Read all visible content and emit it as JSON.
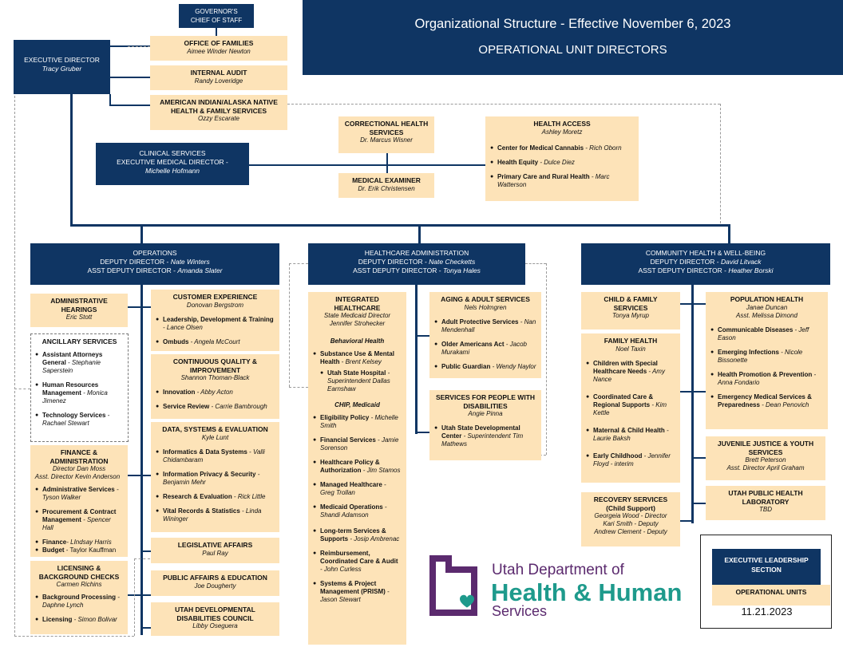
{
  "header": {
    "title": "Organizational Structure - Effective November 6, 2023",
    "subtitle": "OPERATIONAL UNIT DIRECTORS"
  },
  "gov": {
    "l1": "GOVERNOR'S",
    "l2": "CHIEF OF STAFF"
  },
  "exec": {
    "title": "EXECUTIVE DIRECTOR",
    "name": "Tracy Gruber"
  },
  "top_units": [
    {
      "title": "OFFICE OF FAMILIES",
      "name": "Aimee Winder Newton"
    },
    {
      "title": "INTERNAL AUDIT",
      "name": "Randy Loveridge"
    },
    {
      "title": "AMERICAN INDIAN/ALASKA NATIVE HEALTH & FAMILY SERVICES",
      "name": "Ozzy Escarate"
    }
  ],
  "clinical": {
    "l1": "CLINICAL SERVICES",
    "l2": "EXECUTIVE MEDICAL DIRECTOR -",
    "name": "Michelle Hofmann"
  },
  "correctional": {
    "title": "CORRECTIONAL HEALTH SERVICES",
    "name": "Dr. Marcus Wisner"
  },
  "examiner": {
    "title": "MEDICAL EXAMINER",
    "name": "Dr. Erik Christensen"
  },
  "access": {
    "title": "HEALTH ACCESS",
    "name": "Ashley Moretz",
    "items": [
      {
        "b": "Center for Medical Cannabis",
        "n": " - Rich Oborn"
      },
      {
        "b": "Health Equity",
        "n": " - Dulce Diez"
      },
      {
        "b": "Primary Care and Rural Health",
        "n": " - Marc Watterson"
      }
    ]
  },
  "divisions": [
    {
      "name": "OPERATIONS",
      "dd": "DEPUTY DIRECTOR - ",
      "dd_name": "Nate Winters",
      "add": "ASST DEPUTY DIRECTOR - ",
      "add_name": "Amanda Slater"
    },
    {
      "name": "HEALTHCARE ADMINISTRATION",
      "dd": "DEPUTY DIRECTOR - ",
      "dd_name": "Nate Checketts",
      "add": "ASST DEPUTY DIRECTOR - ",
      "add_name": "Tonya Hales"
    },
    {
      "name": "COMMUNITY HEALTH & WELL-BEING",
      "dd": "DEPUTY DIRECTOR - ",
      "dd_name": "David Litvack",
      "add": "ASST DEPUTY DIRECTOR - ",
      "add_name": "Heather Borski"
    }
  ],
  "ops": {
    "hearings": {
      "title": "ADMINISTRATIVE HEARINGS",
      "name": "Eric Stott"
    },
    "ancillary": {
      "title": "ANCILLARY SERVICES",
      "items": [
        {
          "b": "Assistant Attorneys General",
          "n": " - Stephanie Saperstein"
        },
        {
          "b": "Human Resources Management",
          "n": " - Monica Jimenez"
        },
        {
          "b": "Technology Services",
          "n": " - Rachael Stewart"
        }
      ]
    },
    "finance": {
      "title": "FINANCE & ADMINISTRATION",
      "n1": "Director Dan Moss",
      "n2": "Asst. Director Kevin Anderson",
      "items": [
        {
          "b": "Administrative Services",
          "n": " - Tyson Walker"
        },
        {
          "b": "Procurement & Contract Management",
          "n": " - Spencer Hall"
        },
        {
          "b": "Finance",
          "n": "- LIndsay Harris"
        },
        {
          "b": "Budget",
          "n": " - Taylor Kauffman"
        }
      ]
    },
    "licensing": {
      "title": "LICENSING & BACKGROUND CHECKS",
      "name": "Carmen Richins",
      "items": [
        {
          "b": "Background Processing",
          "n": " - Daphne Lynch"
        },
        {
          "b": "Licensing",
          "n": " - Simon Bolivar"
        }
      ]
    },
    "cx": {
      "title": "CUSTOMER EXPERIENCE",
      "name": "Donovan Bergstrom",
      "items": [
        {
          "b": "Leadership, Development & Training",
          "n": " - Lance Olsen"
        },
        {
          "b": "Ombuds",
          "n": " - Angela McCourt"
        }
      ]
    },
    "cqi": {
      "title": "CONTINUOUS QUALITY & IMPROVEMENT",
      "name": "Shannon Thoman-Black",
      "items": [
        {
          "b": "Innovation",
          "n": " - Abby Acton"
        },
        {
          "b": "Service Review",
          "n": " - Carrie Bambrough"
        }
      ]
    },
    "dse": {
      "title": "DATA, SYSTEMS & EVALUATION",
      "name": "Kyle Lunt",
      "items": [
        {
          "b": "Informatics & Data Systems",
          "n": " - Valli Chidambaram"
        },
        {
          "b": "Information Privacy & Security",
          "n": " - Benjamin Mehr"
        },
        {
          "b": "Research & Evaluation",
          "n": " - Rick Little"
        },
        {
          "b": "Vital Records & Statistics",
          "n": " - Linda Wininger"
        }
      ]
    },
    "legis": {
      "title": "LEGISLATIVE AFFAIRS",
      "name": "Paul Ray"
    },
    "pae": {
      "title": "PUBLIC AFFAIRS & EDUCATION",
      "name": "Joe Dougherty"
    },
    "uddc": {
      "title": "UTAH DEVELOPMENTAL DISABILITIES COUNCIL",
      "name": "Libby Oseguera"
    }
  },
  "hca": {
    "ih": {
      "title": "INTEGRATED HEALTHCARE",
      "n1": "State Medicaid Director",
      "n2": "Jennifer Strohecker",
      "sec1": "Behavioral Health",
      "items1": [
        {
          "b": "Substance Use & Mental Health",
          "n": " - Brent Kelsey"
        }
      ],
      "sub": {
        "b": "Utah State Hospital",
        "n": " - Superintendent Dallas Earnshaw"
      },
      "sec2": "CHIP, Medicaid",
      "items2": [
        {
          "b": "Eligibility Policy",
          "n": " - Michelle Smith"
        },
        {
          "b": "Financial Services",
          "n": " - Jamie Sorenson"
        },
        {
          "b": "Healthcare Policy & Authorization",
          "n": " - Jim Stamos"
        },
        {
          "b": "Managed Healthcare",
          "n": " - Greg Trollan"
        },
        {
          "b": "Medicaid Operations",
          "n": " - Shandi Adamson"
        },
        {
          "b": "Long-term Services & Supports",
          "n": " - Josip Ambrenac"
        },
        {
          "b": "Reimbursement, Coordinated Care & Audit",
          "n": " - John Curless"
        },
        {
          "b": "Systems & Project Management (PRISM)",
          "n": " - Jason Stewart"
        }
      ]
    },
    "aging": {
      "title": "AGING & ADULT SERVICES",
      "name": "Nels Holmgren",
      "items": [
        {
          "b": "Adult Protective Services",
          "n": " - Nan Mendenhall"
        },
        {
          "b": "Older Americans Act",
          "n": " - Jacob Murakami"
        },
        {
          "b": "Public Guardian",
          "n": " - Wendy Naylor"
        }
      ]
    },
    "spd": {
      "title": "SERVICES FOR PEOPLE WITH DISABILITIES",
      "name": "Angie Pinna",
      "items": [
        {
          "b": "Utah State Developmental Center",
          "n": " - Superintendent Tim Mathews"
        }
      ]
    }
  },
  "chw": {
    "cfs": {
      "title": "CHILD & FAMILY SERVICES",
      "name": "Tonya Myrup"
    },
    "fh": {
      "title": "FAMILY HEALTH",
      "name": "Noel Taxin",
      "items": [
        {
          "b": "Children with Special Healthcare Needs",
          "n": " - Amy Nance"
        },
        {
          "b": "Coordinated Care & Regional Supports",
          "n": " - Kim Kettle"
        },
        {
          "b": "Maternal & Child Health",
          "n": " - Laurie Baksh"
        },
        {
          "b": "Early Childhood",
          "n": " - Jennifer Floyd - interim"
        }
      ]
    },
    "rs": {
      "title": "RECOVERY SERVICES (Child Support)",
      "n1": "Georgeia Wood - Director",
      "n2": "Kari Smith - Deputy",
      "n3": "Andrew Clement - Deputy"
    },
    "ph": {
      "title": "POPULATION HEALTH",
      "n1": "Janae Duncan",
      "n2": "Asst. Melissa Dimond",
      "items": [
        {
          "b": "Communicable Diseases",
          "n": " - Jeff Eason"
        },
        {
          "b": "Emerging Infections",
          "n": " - Nicole Bissonette"
        },
        {
          "b": "Health Promotion & Prevention",
          "n": " - Anna Fondario"
        },
        {
          "b": "Emergency Medical Services & Preparedness",
          "n": " - Dean Penovich"
        }
      ]
    },
    "jj": {
      "title": "JUVENILE JUSTICE & YOUTH SERVICES",
      "n1": "Brett Peterson",
      "n2": "Asst. Director April Graham"
    },
    "lab": {
      "title": "UTAH PUBLIC HEALTH LABORATORY",
      "name": "TBD"
    }
  },
  "logo": {
    "l1": "Utah Department of",
    "l2": "Health & Human",
    "l3": "Services"
  },
  "legend": {
    "exec": "EXECUTIVE LEADERSHIP SECTION",
    "ops": "OPERATIONAL UNITS",
    "date": "11.21.2023"
  },
  "colors": {
    "navy": "#0f3563",
    "tan": "#fde3b8",
    "brand_purple": "#5b2a6e",
    "brand_teal": "#1e9a8c"
  }
}
